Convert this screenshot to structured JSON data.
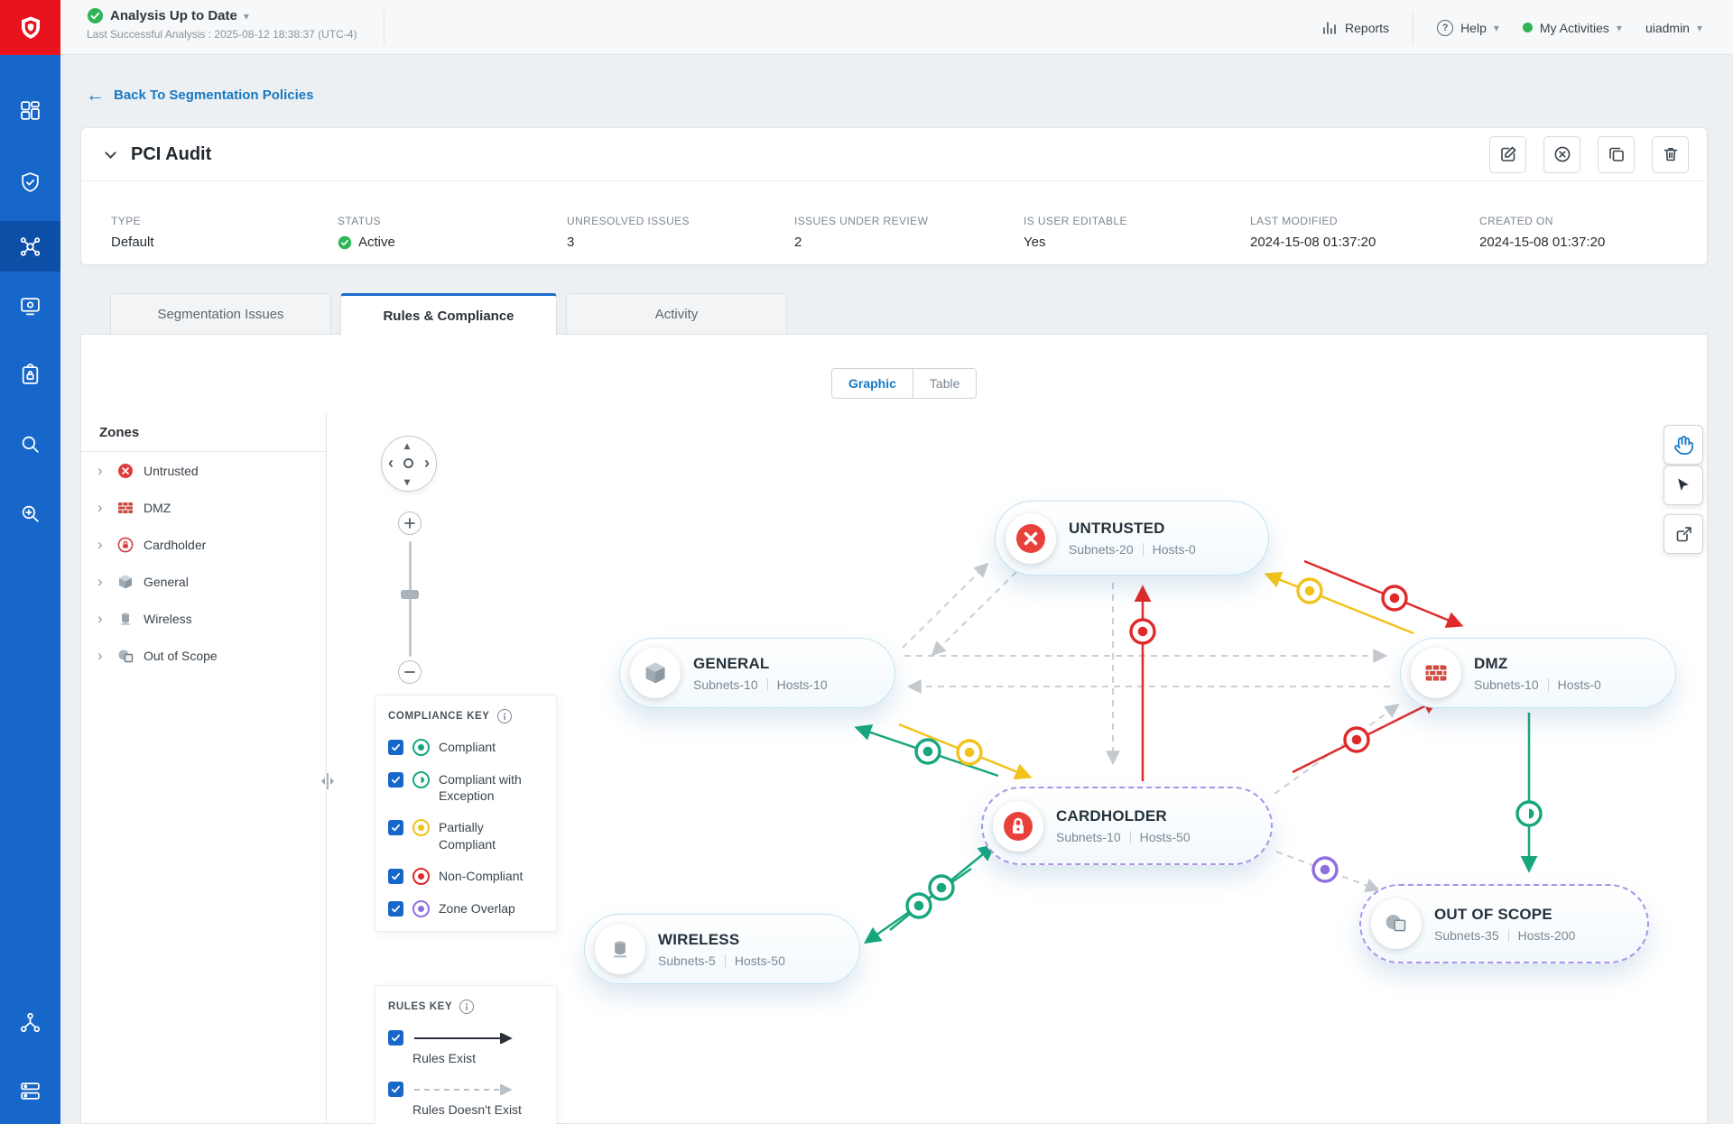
{
  "topbar": {
    "analysis_status": "Analysis Up to Date",
    "last_analysis": "Last Successful Analysis : 2025-08-12 18:38:37 (UTC-4)",
    "reports_label": "Reports",
    "help_label": "Help",
    "activities_label": "My Activities",
    "username": "uiadmin"
  },
  "page": {
    "back_link": "Back To Segmentation Policies",
    "policy_title": "PCI Audit"
  },
  "info_fields": [
    {
      "label": "TYPE",
      "value": "Default"
    },
    {
      "label": "STATUS",
      "value": "Active"
    },
    {
      "label": "UNRESOLVED ISSUES",
      "value": "3"
    },
    {
      "label": "ISSUES UNDER REVIEW",
      "value": "2"
    },
    {
      "label": "IS USER EDITABLE",
      "value": "Yes"
    },
    {
      "label": "LAST MODIFIED",
      "value": "2024-15-08 01:37:20"
    },
    {
      "label": "CREATED ON",
      "value": "2024-15-08 01:37:20"
    }
  ],
  "tabs": [
    {
      "label": "Segmentation Issues",
      "active": false
    },
    {
      "label": "Rules & Compliance",
      "active": true
    },
    {
      "label": "Activity",
      "active": false
    }
  ],
  "view_toggle": {
    "graphic_label": "Graphic",
    "table_label": "Table"
  },
  "zones": {
    "title": "Zones",
    "items": [
      {
        "label": "Untrusted"
      },
      {
        "label": "DMZ"
      },
      {
        "label": "Cardholder"
      },
      {
        "label": "General"
      },
      {
        "label": "Wireless"
      },
      {
        "label": "Out of Scope"
      }
    ]
  },
  "compliance_key": {
    "title": "COMPLIANCE KEY",
    "items": [
      {
        "label": "Compliant",
        "color": "#17a67e",
        "checked": true
      },
      {
        "label": "Compliant with Exception",
        "color": "#17a67e",
        "checked": true
      },
      {
        "label": "Partially Compliant",
        "color": "#f2c21a",
        "checked": true
      },
      {
        "label": "Non-Compliant",
        "color": "#e02a2a",
        "checked": true
      },
      {
        "label": "Zone Overlap",
        "color": "#8f6fe0",
        "checked": true
      }
    ]
  },
  "rules_key": {
    "title": "RULES KEY",
    "items": [
      {
        "label": "Rules Exist",
        "style": "solid"
      },
      {
        "label": "Rules Doesn't Exist",
        "style": "dashed"
      }
    ]
  },
  "diagram": {
    "nodes": [
      {
        "id": "untrusted",
        "label": "UNTRUSTED",
        "subnets": "Subnets-20",
        "hosts": "Hosts-0"
      },
      {
        "id": "general",
        "label": "GENERAL",
        "subnets": "Subnets-10",
        "hosts": "Hosts-10"
      },
      {
        "id": "dmz",
        "label": "DMZ",
        "subnets": "Subnets-10",
        "hosts": "Hosts-0"
      },
      {
        "id": "cardholder",
        "label": "CARDHOLDER",
        "subnets": "Subnets-10",
        "hosts": "Hosts-50"
      },
      {
        "id": "wireless",
        "label": "WIRELESS",
        "subnets": "Subnets-5",
        "hosts": "Hosts-50"
      },
      {
        "id": "out_of_scope",
        "label": "OUT OF SCOPE",
        "subnets": "Subnets-35",
        "hosts": "Hosts-200"
      }
    ]
  },
  "icons": {
    "back_arrow": "←",
    "caret_down": "▾",
    "chevron_right": "›",
    "chevron_left": "‹",
    "chevron_up": "▴",
    "help_glyph": "?"
  },
  "colors": {
    "sidebar_blue": "#1766C9",
    "brand_red": "#E8131D",
    "link_blue": "#1779C4",
    "compliant_green": "#17A67E",
    "partially_yellow": "#F2C21A",
    "non_compliant_red": "#E02A2A",
    "zone_overlap_purple": "#8F6FE0",
    "status_active_green": "#2FB457"
  }
}
